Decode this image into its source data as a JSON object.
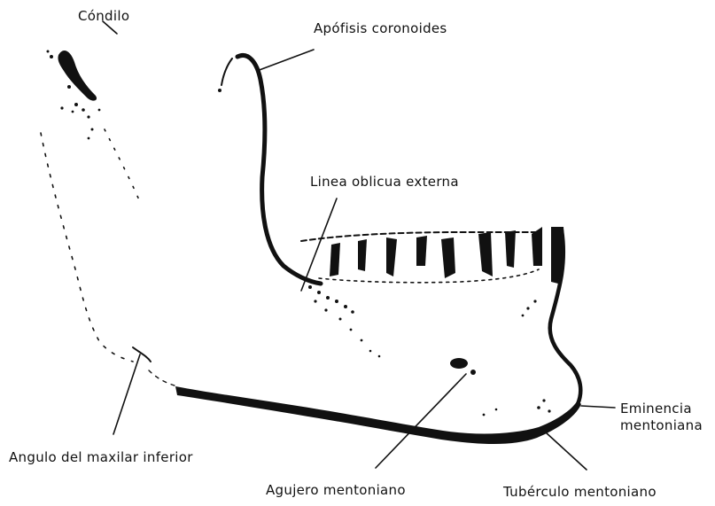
{
  "labels": {
    "condyle": "Cóndilo",
    "coronoid_process": "Apófisis coronoides",
    "external_oblique_line": "Linea oblicua externa",
    "mandible_angle": "Angulo del maxilar inferior",
    "mental_foramen": "Agujero mentoniano",
    "mental_tubercle": "Tubérculo mentoniano",
    "mental_eminence": "Eminencia\nmentoniana"
  },
  "colors": {
    "ink": "#111111",
    "paper": "#ffffff"
  }
}
